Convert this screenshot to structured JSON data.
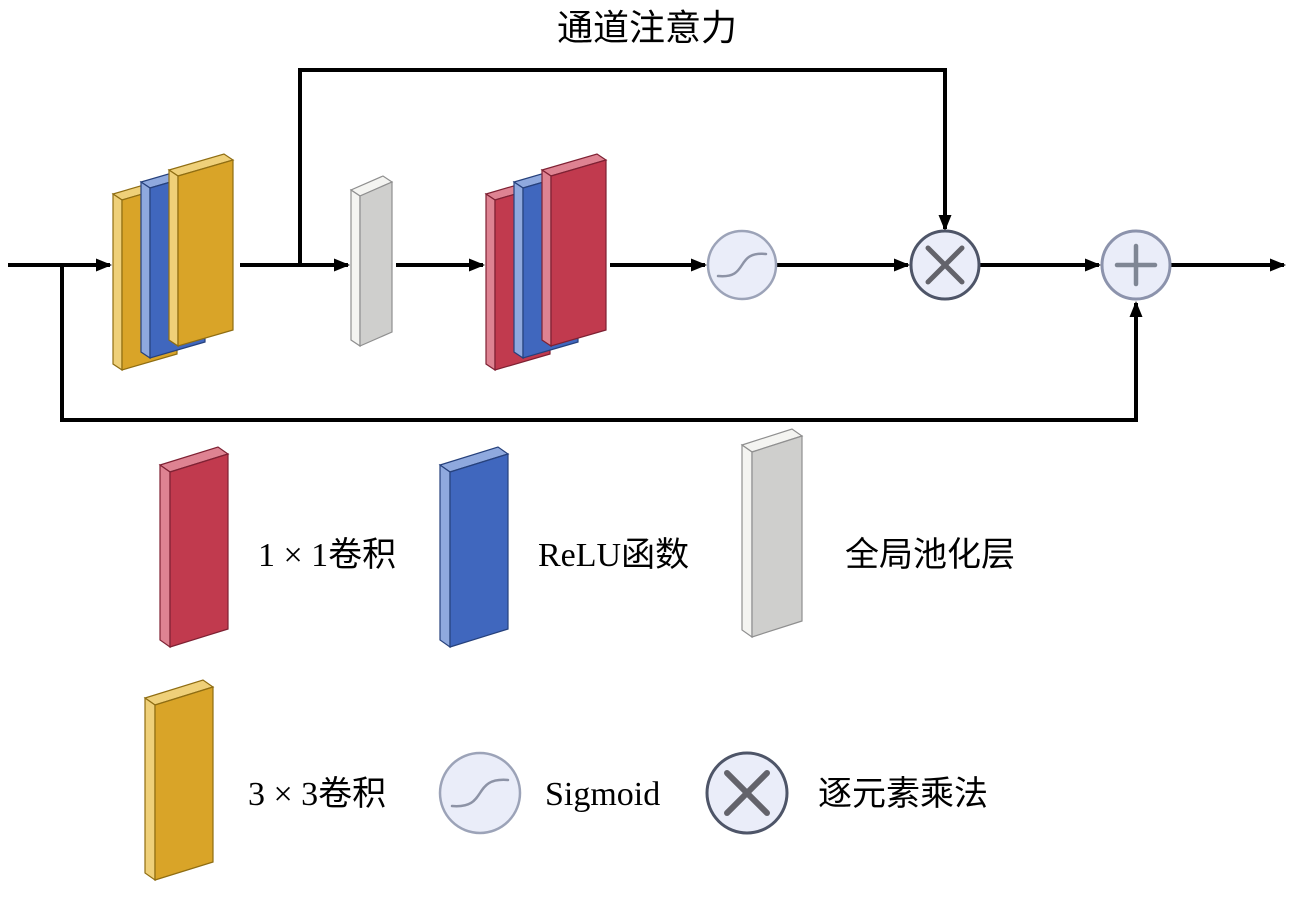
{
  "title": "通道注意力",
  "legend": {
    "conv1x1": "1 × 1卷积",
    "relu": "ReLU函数",
    "global_pool": "全局池化层",
    "conv3x3": "3 × 3卷积",
    "sigmoid": "Sigmoid",
    "elementwise_mult": "逐元素乘法"
  },
  "colors": {
    "conv3x3_yellow": "#D9A428",
    "conv1x1_red": "#C13A4E",
    "relu_blue": "#4067BE",
    "pool_gray": "#CFCFCD",
    "node_fill": "#EAEDF9",
    "line": "#000000"
  }
}
